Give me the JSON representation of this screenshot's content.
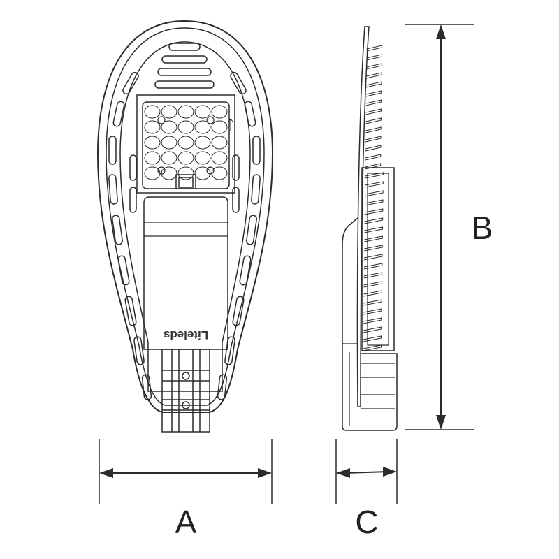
{
  "diagram": {
    "dimension_labels": {
      "width": "A",
      "height": "B",
      "depth": "C"
    },
    "brand_text": "Liteleds",
    "colors": {
      "line": "#2b2b2b",
      "background": "#ffffff",
      "dimension": "#222222"
    }
  }
}
